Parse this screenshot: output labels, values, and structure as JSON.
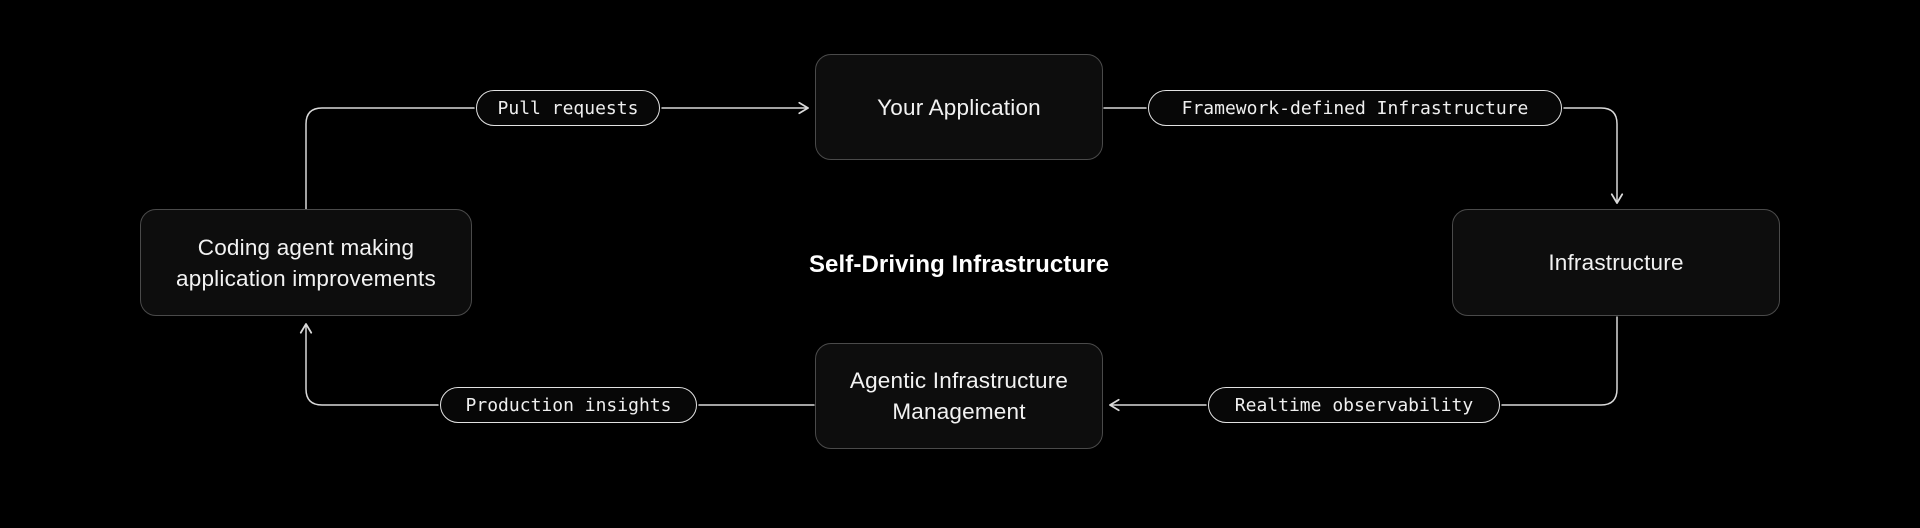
{
  "title": "Self-Driving Infrastructure",
  "nodes": {
    "your_application": {
      "label": "Your Application"
    },
    "infrastructure": {
      "label": "Infrastructure"
    },
    "agentic_infrastructure_management": {
      "label": "Agentic Infrastructure Management"
    },
    "coding_agent": {
      "label": "Coding agent making application improvements"
    }
  },
  "edges": {
    "pull_requests": {
      "label": "Pull requests",
      "from": "coding_agent",
      "to": "your_application"
    },
    "framework_defined_infrastructure": {
      "label": "Framework-defined Infrastructure",
      "from": "your_application",
      "to": "infrastructure"
    },
    "realtime_observability": {
      "label": "Realtime observability",
      "from": "infrastructure",
      "to": "agentic_infrastructure_management"
    },
    "production_insights": {
      "label": "Production insights",
      "from": "agentic_infrastructure_management",
      "to": "coding_agent"
    }
  },
  "colors": {
    "background": "#000000",
    "node_bg": "#0d0d0d",
    "node_border": "#4a4a4a",
    "node_text": "#f2f2f2",
    "pill_bg": "#070707",
    "pill_border": "#e2e2e2",
    "pill_text": "#efefef",
    "line": "#d9d9d9",
    "title_text": "#ffffff"
  }
}
